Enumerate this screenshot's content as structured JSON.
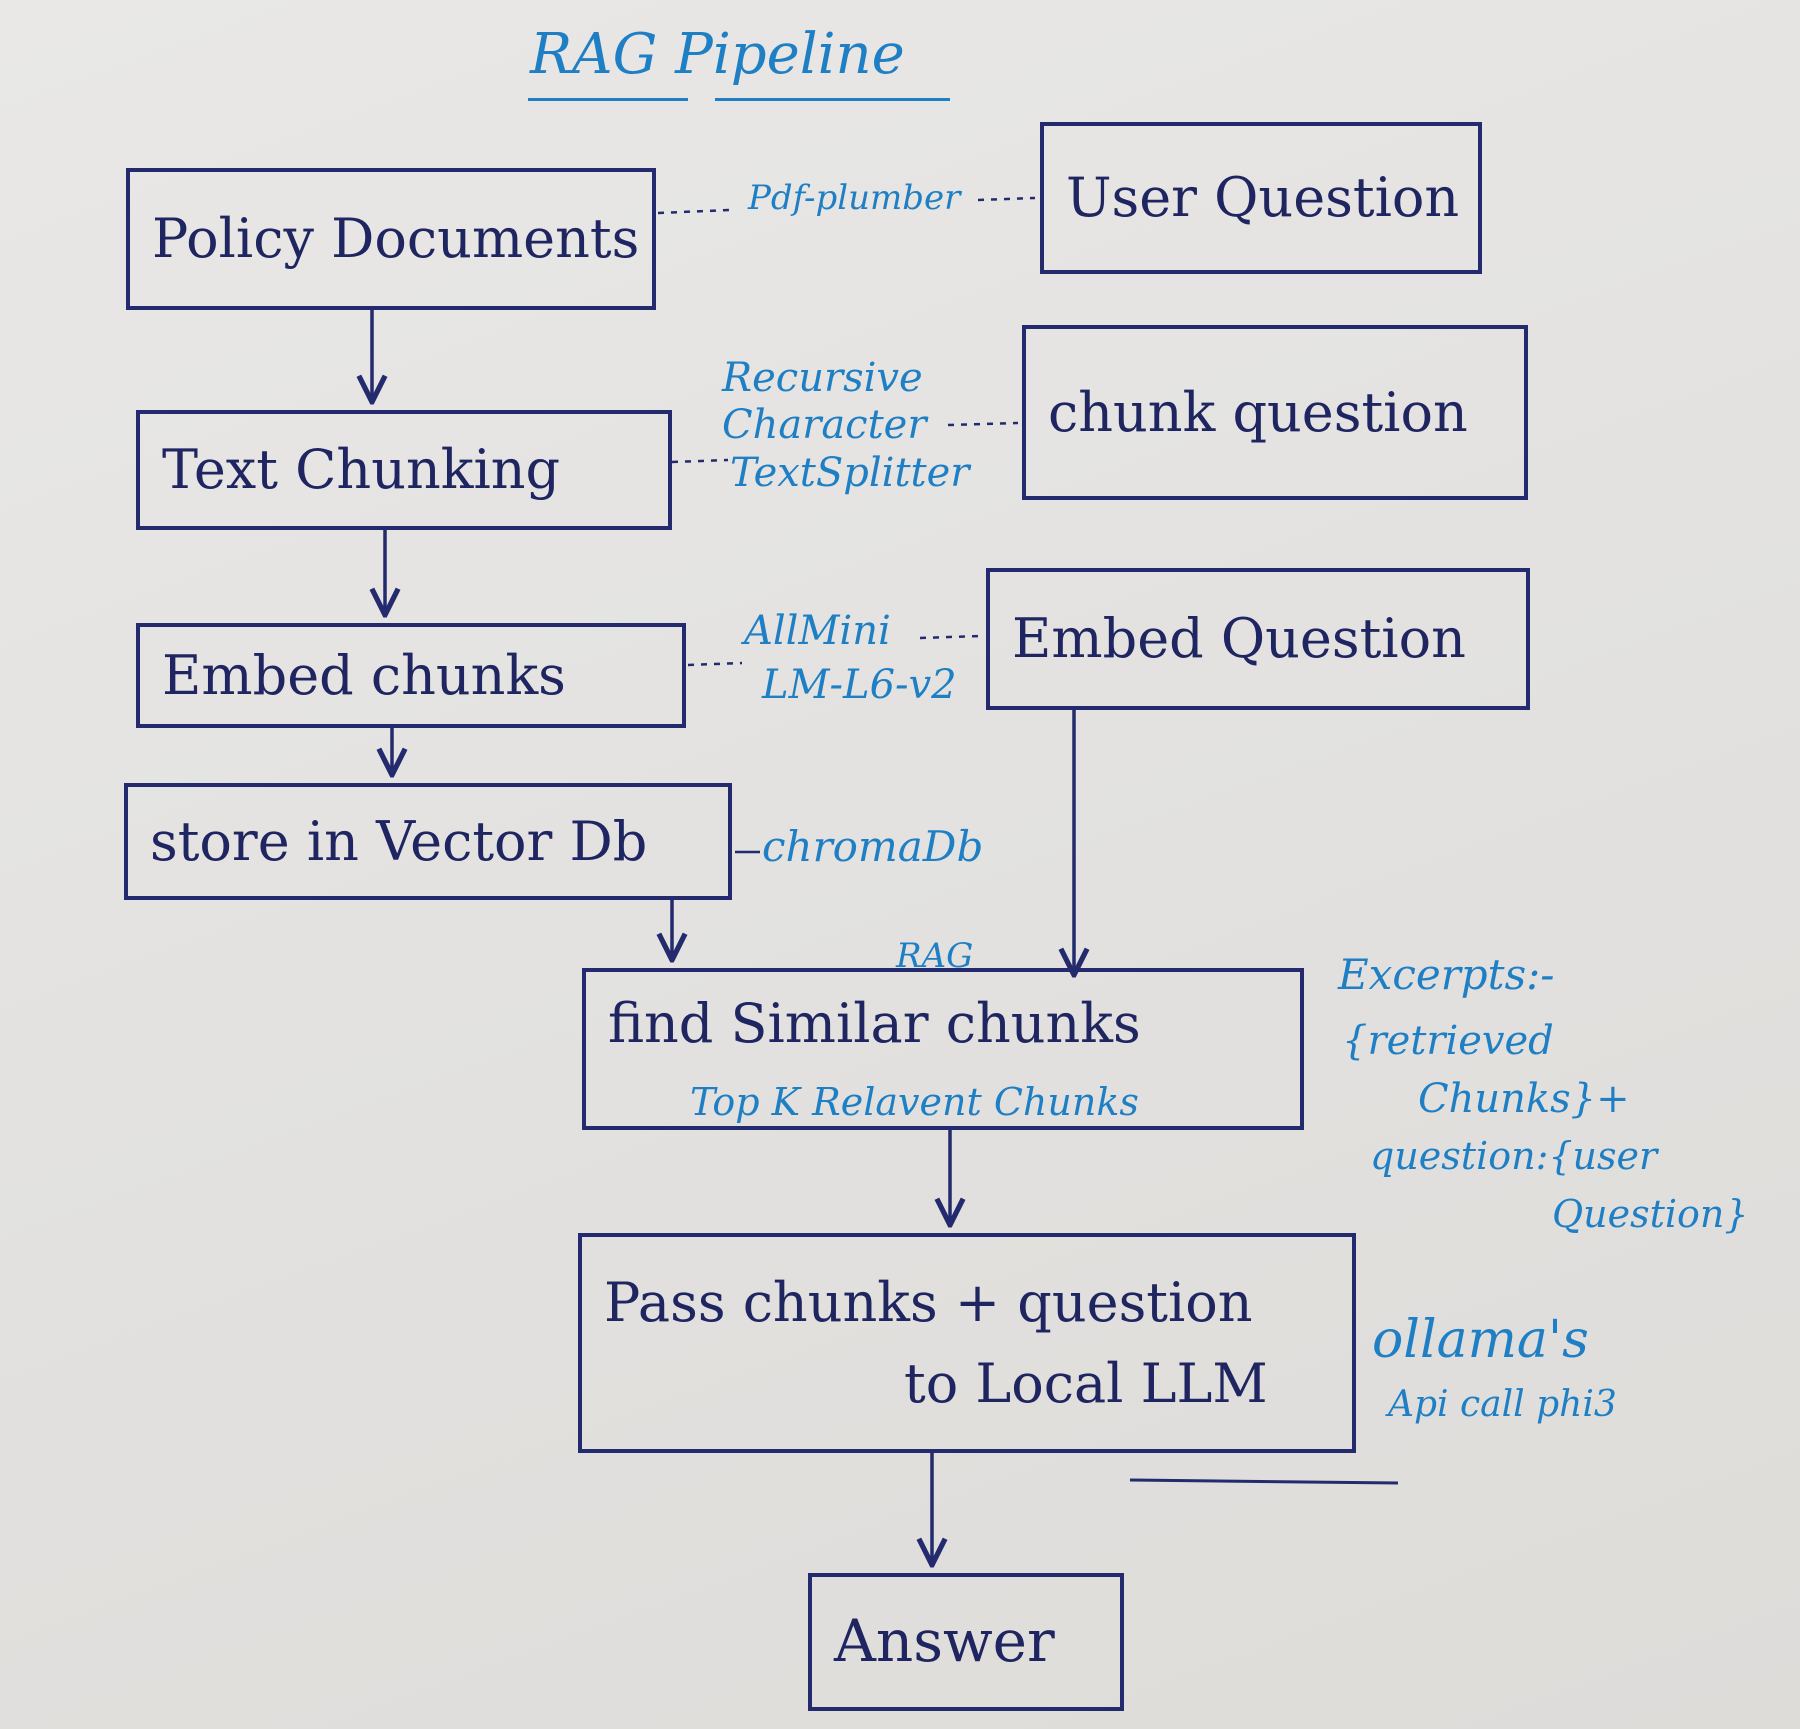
{
  "title": "RAG Pipeline",
  "nodes": {
    "policy_documents": "Policy Documents",
    "text_chunking": "Text Chunking",
    "embed_chunks": "Embed chunks",
    "store_vector_db": "store in Vector Db",
    "user_question": "User Question",
    "chunk_question": "chunk question",
    "embed_question": "Embed Question",
    "find_similar": "find Similar chunks",
    "pass_line1": "Pass chunks + question",
    "pass_line2": "to Local LLM",
    "answer": "Answer"
  },
  "notes": {
    "pdfplumber": "Pdf-plumber",
    "splitter_line1": "Recursive",
    "splitter_line2": "Character",
    "splitter_line3": "TextSplitter",
    "embedder_line1": "AllMini",
    "embedder_line2": "LM-L6-v2",
    "vectordb": "chromaDb",
    "rag": "RAG",
    "top_k": "Top K Relavent Chunks",
    "excerpts_line1": "Excerpts:-",
    "excerpts_line2": "{retrieved",
    "excerpts_line3": "Chunks}+",
    "excerpts_line4": "question:{user",
    "excerpts_line5": "Question}",
    "ollama_line1": "ollama's",
    "ollama_line2": "Api call phi3"
  },
  "colors": {
    "marker_dark": "#232a6e",
    "marker_blue": "#1f7fc4",
    "board": "#e4e3e1"
  }
}
